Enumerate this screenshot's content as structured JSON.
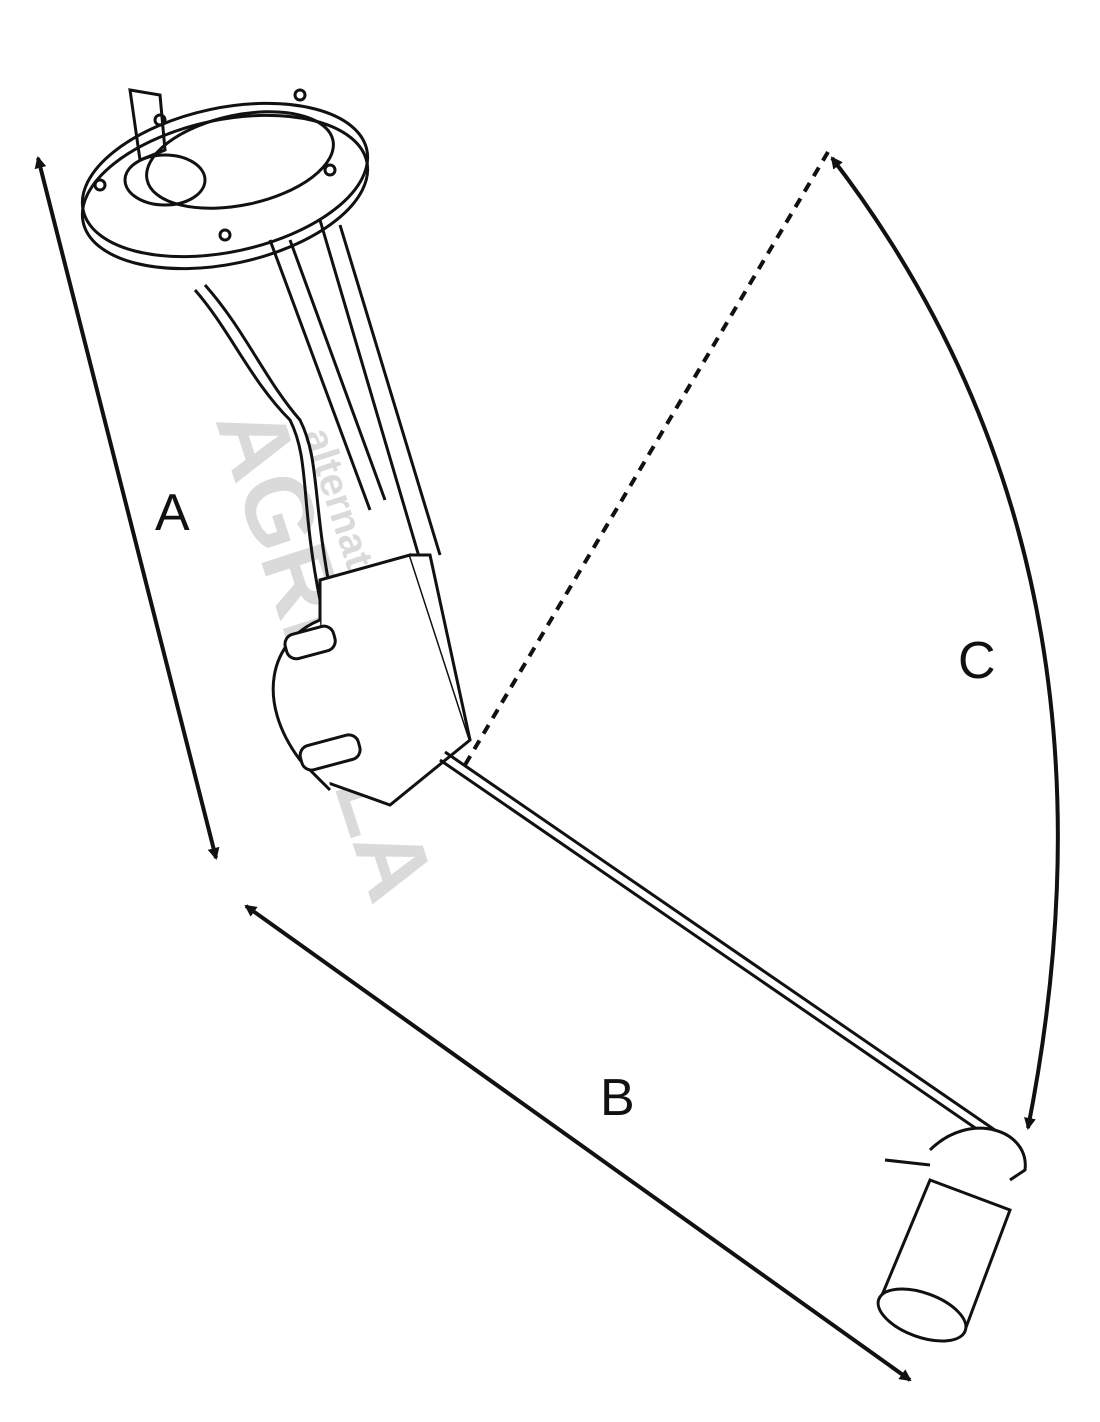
{
  "diagram": {
    "title": "Fuel tank level sender dimensions",
    "labels": {
      "a": "A",
      "b": "B",
      "c": "C"
    },
    "watermark": {
      "main": "AGRICOLA",
      "secondary": "alternativA"
    }
  },
  "colors": {
    "line": "#111111",
    "background": "#ffffff",
    "watermark": "#bdbdbd"
  }
}
